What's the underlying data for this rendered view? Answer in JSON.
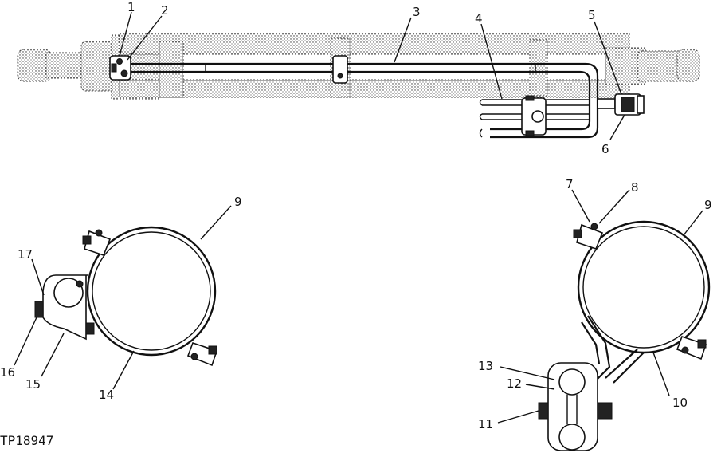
{
  "figure_code": "TP18947",
  "callouts": {
    "c1": "1",
    "c2": "2",
    "c3": "3",
    "c4": "4",
    "c5": "5",
    "c6": "6",
    "c7": "7",
    "c8": "8",
    "c9a": "9",
    "c9b": "9",
    "c10": "10",
    "c11": "11",
    "c12": "12",
    "c13": "13",
    "c14": "14",
    "c15": "15",
    "c16": "16",
    "c17": "17"
  }
}
